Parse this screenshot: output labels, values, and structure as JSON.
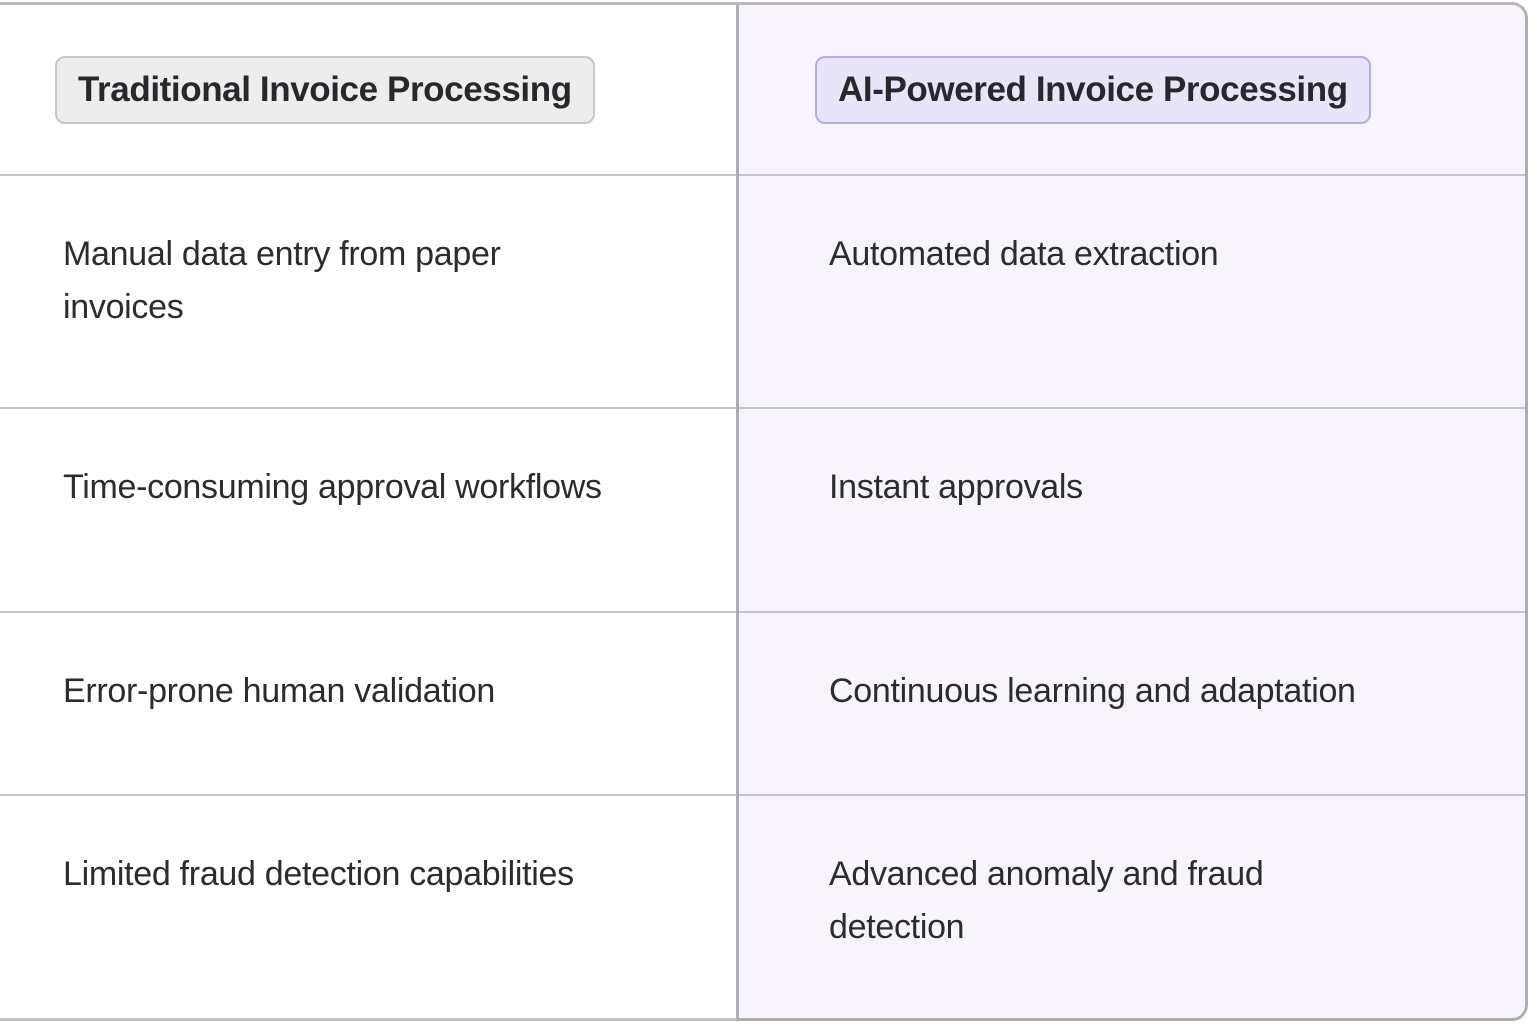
{
  "table": {
    "columns": [
      {
        "key": "traditional",
        "title": "Traditional Invoice Processing"
      },
      {
        "key": "ai",
        "title": "AI-Powered Invoice Processing"
      }
    ],
    "rows": [
      {
        "traditional": "Manual data entry from paper invoices",
        "ai": "Automated data extraction"
      },
      {
        "traditional": "Time-consuming approval workflows",
        "ai": "Instant approvals"
      },
      {
        "traditional": "Error-prone human validation",
        "ai": "Continuous learning and adaptation"
      },
      {
        "traditional": "Limited fraud detection capabilities",
        "ai": "Advanced anomaly and fraud detection"
      }
    ],
    "colors": {
      "ai_column_bg": "#f7f5fb",
      "ai_badge_bg": "#e9e5f8",
      "ai_badge_border": "#b6abe2",
      "traditional_badge_bg": "#ededee",
      "traditional_badge_border": "#c6c6ca",
      "divider": "#c5c4cb",
      "card_outline": "#aeadb6",
      "text": "#2b2b30"
    }
  }
}
